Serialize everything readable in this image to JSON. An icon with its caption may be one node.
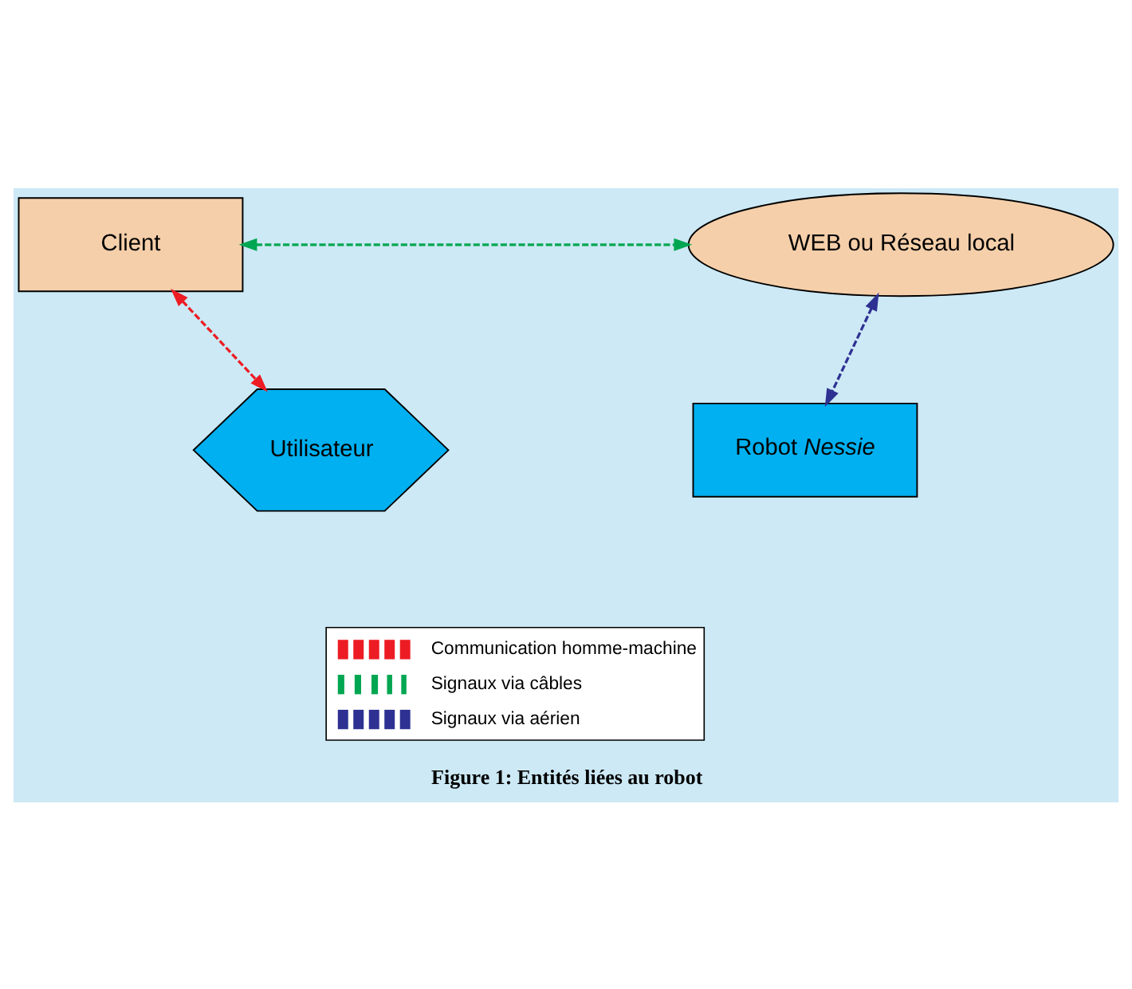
{
  "diagram": {
    "caption": "Figure 1: Entités liées au robot",
    "nodes": [
      {
        "text": [
          "Client"
        ]
      },
      {
        "text": [
          "WEB ou Réseau local"
        ]
      },
      {
        "text": [
          "Utilisateur"
        ]
      },
      {
        "text": [
          "Robot *Nessie*"
        ]
      }
    ],
    "edges": [
      {
        "from": 0,
        "to": 1,
        "arrow": "both",
        "style": "dashed",
        "color": "#00a651"
      },
      {
        "from": 0,
        "to": 2,
        "arrow": "both",
        "style": "dashed",
        "color": "#ed1c24"
      },
      {
        "from": 1,
        "to": 3,
        "arrow": "both",
        "style": "dashed",
        "color": "#2e3192"
      }
    ],
    "legend": [
      {
        "text": "Communication homme-machine"
      },
      {
        "text": "Signaux via câbles"
      },
      {
        "text": "Signaux via aérien"
      }
    ]
  }
}
